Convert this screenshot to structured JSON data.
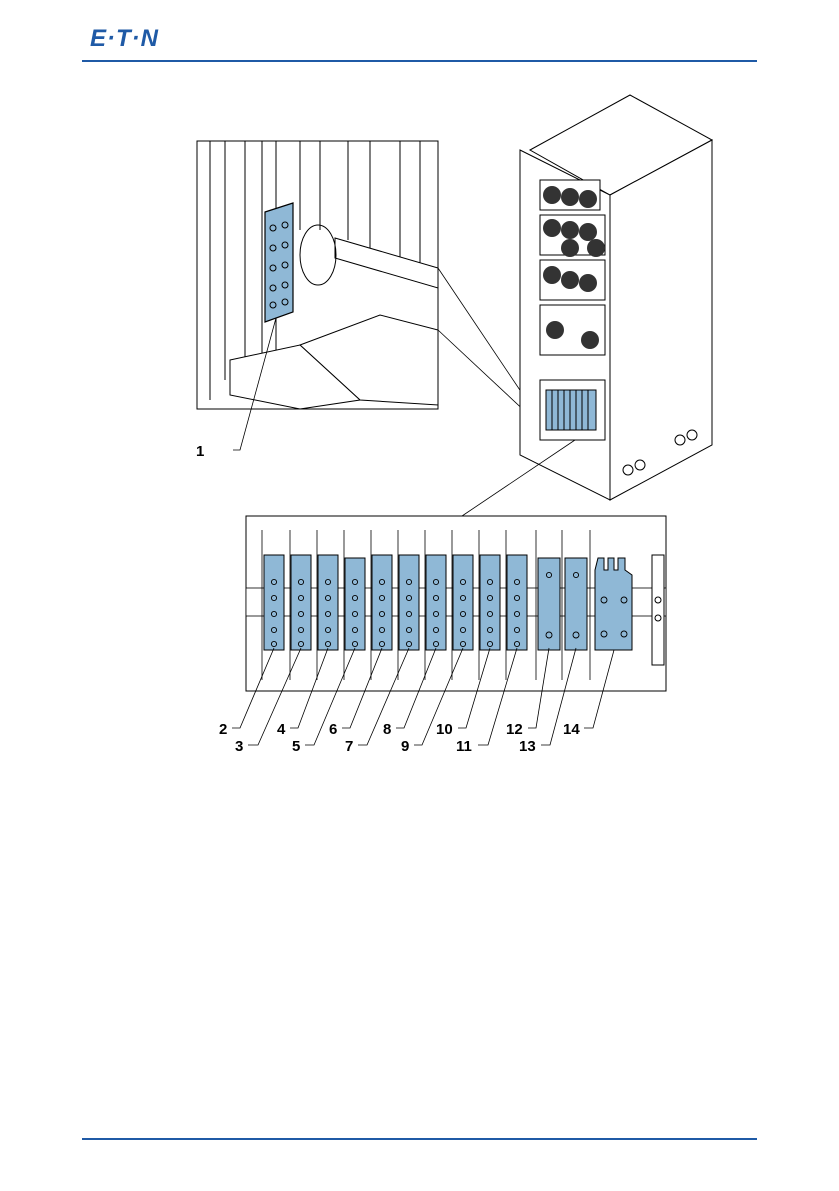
{
  "header": {
    "logo_text": "E·T·N"
  },
  "figure": {
    "callouts": [
      "1",
      "2",
      "3",
      "4",
      "5",
      "6",
      "7",
      "8",
      "9",
      "10",
      "11",
      "12",
      "13",
      "14"
    ]
  },
  "colors": {
    "brand": "#1f5aa6",
    "terminal": "#8fb8d6"
  }
}
